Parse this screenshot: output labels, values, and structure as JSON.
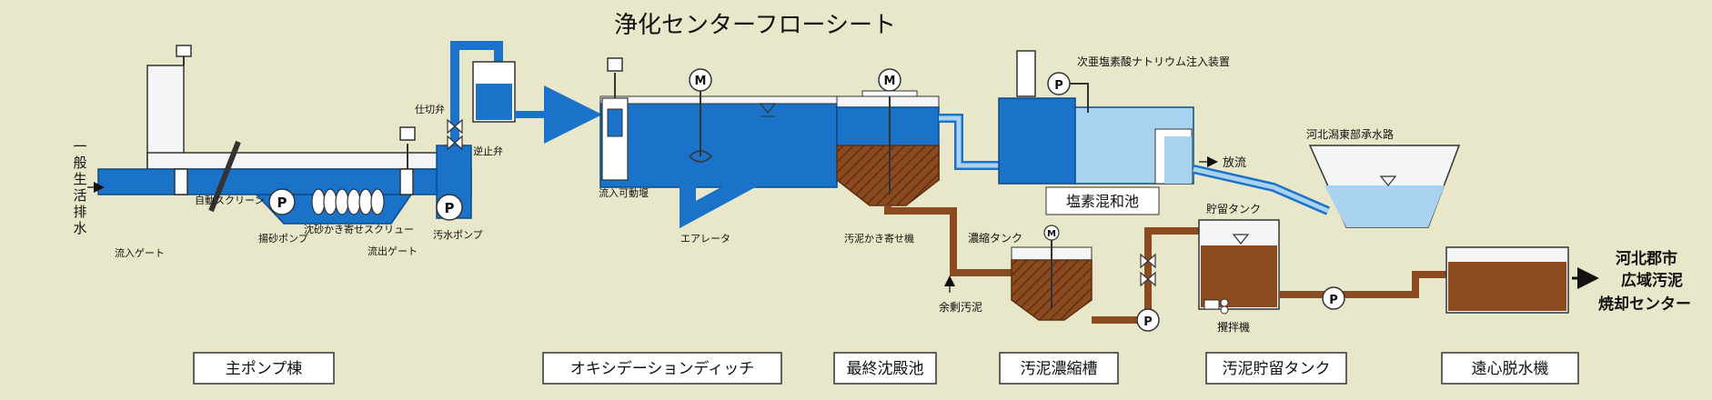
{
  "title": "浄化センターフローシート",
  "inflow_label": "一般生活排水",
  "outflow_label": "放流",
  "colors": {
    "background": "#e9e7c9",
    "water": "#1a73c9",
    "water_light": "#a9d2f0",
    "sludge": "#8b4a1f",
    "sludge_dark": "#5e2f10"
  },
  "labels": {
    "inlet_gate": "流入ゲート",
    "auto_screen": "自動スクリーン",
    "grit_pump": "揚砂ポンプ",
    "grit_screw": "沈砂かき寄せスクリュー",
    "outlet_gate": "流出ゲート",
    "sewage_pump": "汚水ポンプ",
    "gate_valve": "仕切弁",
    "check_valve": "逆止弁",
    "movable_weir": "流入可動堰",
    "aerator": "エアレータ",
    "sludge_scraper": "汚泥かき寄せ機",
    "thickening_tank": "濃縮タンク",
    "excess_sludge": "余剰汚泥",
    "hypochlorite": "次亜塩素酸ナトリウム注入装置",
    "chlorine_basin": "塩素混和池",
    "receiving_water": "河北潟東部承水路",
    "storage_tank": "貯留タンク",
    "agitator": "攪拌機",
    "destination_line1": "河北郡市",
    "destination_line2": "広域汚泥",
    "destination_line3": "焼却センター"
  },
  "symbols": {
    "motor": "M",
    "pump": "P"
  },
  "sections": [
    {
      "id": "main-pump",
      "label": "主ポンプ棟"
    },
    {
      "id": "oxidation-ditch",
      "label": "オキシデーションディッチ"
    },
    {
      "id": "final-settling",
      "label": "最終沈殿池"
    },
    {
      "id": "sludge-thickening",
      "label": "汚泥濃縮槽"
    },
    {
      "id": "sludge-storage",
      "label": "汚泥貯留タンク"
    },
    {
      "id": "centrifuge",
      "label": "遠心脱水機"
    }
  ]
}
